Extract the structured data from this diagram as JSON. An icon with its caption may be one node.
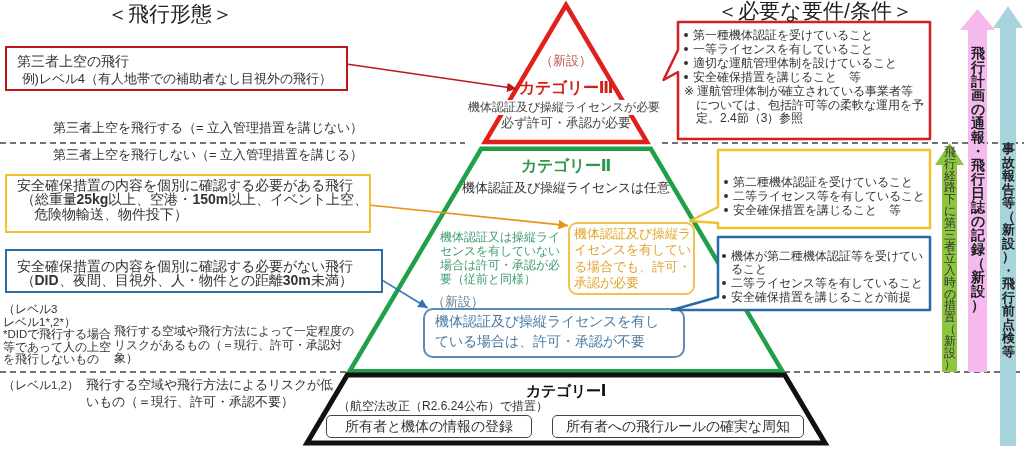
{
  "diagram": {
    "nodes": [
      {
        "text": [
          "第三者上空の飛行",
          "例)レベル4（有人地帯での補助者なし目視外の飛行）"
        ]
      },
      {
        "text": [
          "（新設）",
          "カテゴリーⅢ",
          "機体認証及び操縦ライセンスが必要",
          "必ず許可・承認が必要"
        ]
      },
      {
        "text": [
          "第一種機体認証を受けていること",
          "一等ライセンスを有していること",
          "適切な運航管理体制を設けていること",
          "安全確保措置を講じること　等",
          "※ 運航管理体制が確立されている事業者等については、包括許可等の柔軟な運用を予定。2.4節（3）参照"
        ]
      },
      {
        "text": [
          "安全確保措置の内容を個別に確認する必要がある飛行",
          "（総重量**25kg**以上、空港・**150m**以上、イベント上空、危険物輸送、物件投下）"
        ]
      },
      {
        "text": [
          "カテゴリーⅡ",
          "機体認証及び操縦ライセンスは任意",
          "機体認証又は操縦ライセンスを有していない場合は許可・承認が必要（従前と同様）"
        ]
      },
      {
        "text": [
          "機体認証及び操縦ライセンスを有している場合でも、許可・承認が必要"
        ],
        "in": 4
      },
      {
        "text": [
          "第二種機体認証を受けていること",
          "二等ライセンス等を有していること",
          "安全確保措置を講じること　等"
        ]
      },
      {
        "text": [
          "安全確保措置の内容を個別に確認する必要がない飛行",
          "（**DID**、夜間、目視外、人・物件との距離**30m**未満）"
        ]
      },
      {
        "text": [
          "機体認証及び操縦ライセンスを有している場合は、許可・承認が不要"
        ],
        "beside": [
          "（新設）"
        ],
        "in": 4
      },
      {
        "text": [
          "機体が第二種機体認証等を受けていること",
          "二等ライセンス等を有していること",
          "安全確保措置を講じることが前提"
        ]
      },
      {
        "text": [
          "カテゴリーⅠ",
          "（航空法改正（R2.6.24公布）で措置）"
        ]
      },
      {
        "text": [
          "所有者と機体の情報の登録"
        ],
        "in": 10
      },
      {
        "text": [
          "所有者への飛行ルールの確実な周知"
        ],
        "in": 10
      },
      {
        "text": [
          "飛行経路下に第三者立入時の措置（新設）"
        ]
      },
      {
        "text": [
          "飛行計画の通報・飛行日誌の記録（新設）"
        ]
      },
      {
        "text": [
          "事故報告等（新設）・飛行前点検等"
        ]
      }
    ],
    "edges": [
      {
        "from": 0,
        "to": 1,
        "arrow": "to",
        "color": "#c0161b"
      },
      {
        "from": 3,
        "to": 5,
        "arrow": "to",
        "color": "#e8941a"
      },
      {
        "from": 7,
        "to": 8,
        "arrow": "to",
        "color": "#2e75b6"
      }
    ],
    "labels": [
      "＜飛行形態＞",
      "＜必要な要件/条件＞",
      "第三者上空を飛行する（= 立入管理措置を講じない）",
      "第三者上空を飛行しない（= 立入管理措置を講じる）",
      "（レベル3 レベル1*,2*）",
      "*DIDで飛行する場合等であって人の上空を飛行しないもの",
      "飛行する空域や飛行方法によって一定程度のリスクがあるもの（＝現行、許可・承認対象）",
      "（レベル1,2）",
      "飛行する空域や飛行方法によるリスクが低いもの（＝現行、許可・承認不要）"
    ]
  }
}
